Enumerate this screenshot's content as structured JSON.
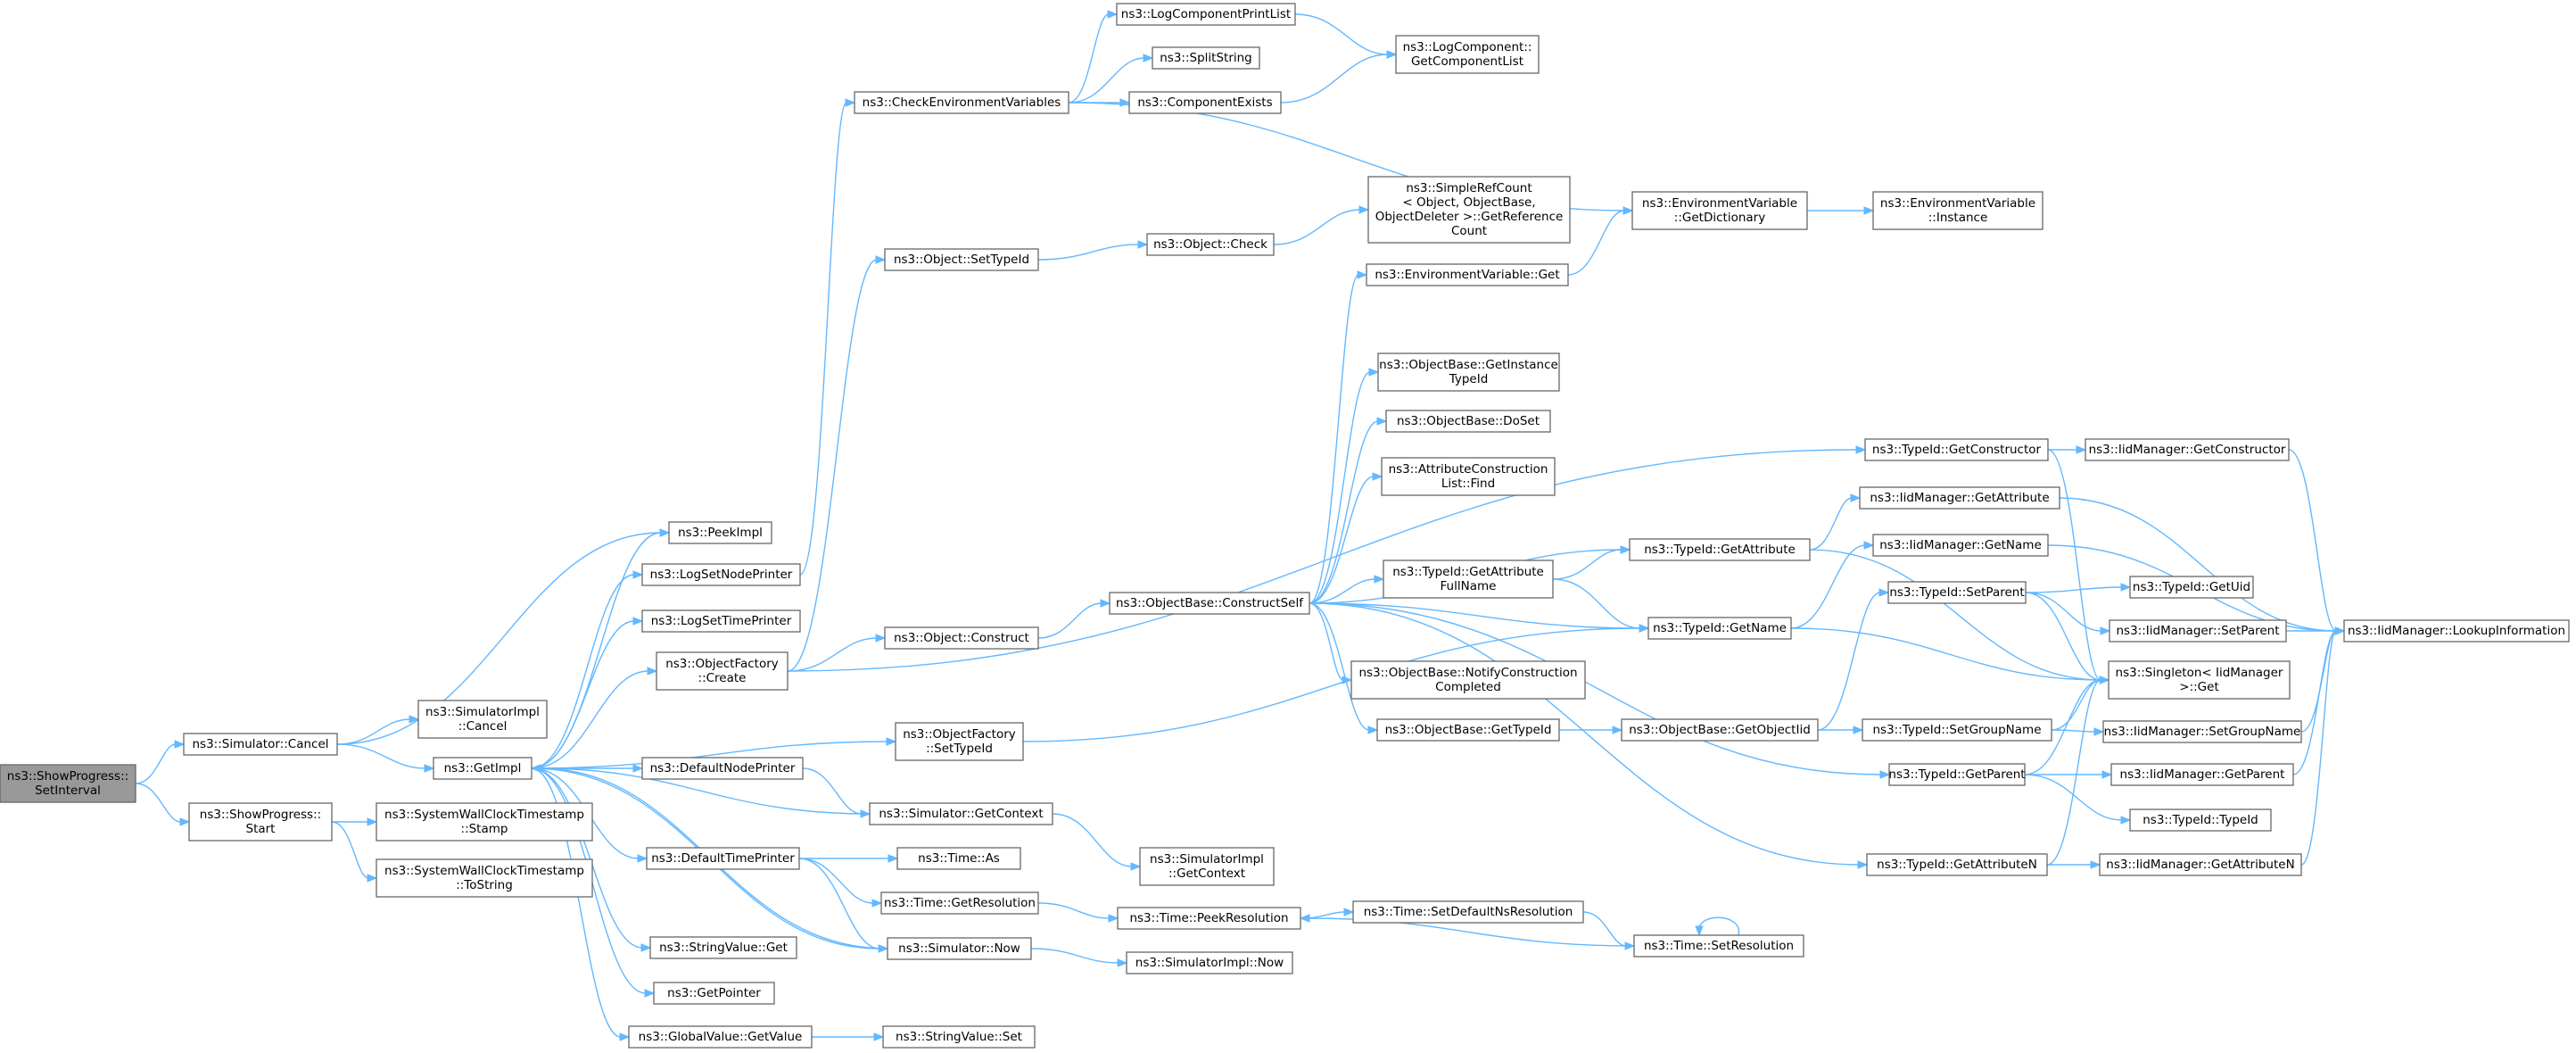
{
  "diagram": {
    "kind": "doxygen-call-graph",
    "colors": {
      "edge": "#63b8ff",
      "node_border": "#666666",
      "root_fill": "#999999",
      "node_fill": "#ffffff",
      "background": "#ffffff"
    },
    "nodes": [
      {
        "id": "root",
        "lines": [
          "ns3::ShowProgress::",
          "SetInterval"
        ],
        "root": true
      },
      {
        "id": "simCancel",
        "lines": [
          "ns3::Simulator::Cancel"
        ]
      },
      {
        "id": "spStart",
        "lines": [
          "ns3::ShowProgress::",
          "Start"
        ]
      },
      {
        "id": "peekImpl",
        "lines": [
          "ns3::PeekImpl"
        ]
      },
      {
        "id": "simImplCancel",
        "lines": [
          "ns3::SimulatorImpl",
          "::Cancel"
        ]
      },
      {
        "id": "getImpl",
        "lines": [
          "ns3::GetImpl"
        ]
      },
      {
        "id": "swcStamp",
        "lines": [
          "ns3::SystemWallClockTimestamp",
          "::Stamp"
        ]
      },
      {
        "id": "swcToString",
        "lines": [
          "ns3::SystemWallClockTimestamp",
          "::ToString"
        ]
      },
      {
        "id": "logSetNode",
        "lines": [
          "ns3::LogSetNodePrinter"
        ]
      },
      {
        "id": "logSetTime",
        "lines": [
          "ns3::LogSetTimePrinter"
        ]
      },
      {
        "id": "ofCreate",
        "lines": [
          "ns3::ObjectFactory",
          "::Create"
        ]
      },
      {
        "id": "defNodePrinter",
        "lines": [
          "ns3::DefaultNodePrinter"
        ]
      },
      {
        "id": "defTimePrinter",
        "lines": [
          "ns3::DefaultTimePrinter"
        ]
      },
      {
        "id": "strValGet",
        "lines": [
          "ns3::StringValue::Get"
        ]
      },
      {
        "id": "getPointer",
        "lines": [
          "ns3::GetPointer"
        ]
      },
      {
        "id": "gvGetValue",
        "lines": [
          "ns3::GlobalValue::GetValue"
        ]
      },
      {
        "id": "checkEnv",
        "lines": [
          "ns3::CheckEnvironmentVariables"
        ]
      },
      {
        "id": "objSetTypeId",
        "lines": [
          "ns3::Object::SetTypeId"
        ]
      },
      {
        "id": "objConstruct",
        "lines": [
          "ns3::Object::Construct"
        ]
      },
      {
        "id": "ofSetTypeId",
        "lines": [
          "ns3::ObjectFactory",
          "::SetTypeId"
        ]
      },
      {
        "id": "simGetContext",
        "lines": [
          "ns3::Simulator::GetContext"
        ]
      },
      {
        "id": "timeAs",
        "lines": [
          "ns3::Time::As"
        ]
      },
      {
        "id": "timeGetRes",
        "lines": [
          "ns3::Time::GetResolution"
        ]
      },
      {
        "id": "simNow",
        "lines": [
          "ns3::Simulator::Now"
        ]
      },
      {
        "id": "strValSet",
        "lines": [
          "ns3::StringValue::Set"
        ]
      },
      {
        "id": "logCompPrint",
        "lines": [
          "ns3::LogComponentPrintList"
        ]
      },
      {
        "id": "splitString",
        "lines": [
          "ns3::SplitString"
        ]
      },
      {
        "id": "compExists",
        "lines": [
          "ns3::ComponentExists"
        ]
      },
      {
        "id": "objCheck",
        "lines": [
          "ns3::Object::Check"
        ]
      },
      {
        "id": "obConstructSelf",
        "lines": [
          "ns3::ObjectBase::ConstructSelf"
        ]
      },
      {
        "id": "simImplGetCtx",
        "lines": [
          "ns3::SimulatorImpl",
          "::GetContext"
        ]
      },
      {
        "id": "timePeekRes",
        "lines": [
          "ns3::Time::PeekResolution"
        ]
      },
      {
        "id": "simImplNow",
        "lines": [
          "ns3::SimulatorImpl::Now"
        ]
      },
      {
        "id": "logCompGetList",
        "lines": [
          "ns3::LogComponent::",
          "GetComponentList"
        ]
      },
      {
        "id": "simpleRefCount",
        "lines": [
          "ns3::SimpleRefCount",
          "< Object, ObjectBase,",
          "ObjectDeleter >::GetReference",
          "Count"
        ]
      },
      {
        "id": "envVarGet",
        "lines": [
          "ns3::EnvironmentVariable::Get"
        ]
      },
      {
        "id": "obGetInstTid",
        "lines": [
          "ns3::ObjectBase::GetInstance",
          "TypeId"
        ]
      },
      {
        "id": "obDoSet",
        "lines": [
          "ns3::ObjectBase::DoSet"
        ]
      },
      {
        "id": "attrConstrFind",
        "lines": [
          "ns3::AttributeConstruction",
          "List::Find"
        ]
      },
      {
        "id": "tidGetAttrFull",
        "lines": [
          "ns3::TypeId::GetAttribute",
          "FullName"
        ]
      },
      {
        "id": "obNotifyConstr",
        "lines": [
          "ns3::ObjectBase::NotifyConstruction",
          "Completed"
        ]
      },
      {
        "id": "obGetTypeId",
        "lines": [
          "ns3::ObjectBase::GetTypeId"
        ]
      },
      {
        "id": "timeSetDefNs",
        "lines": [
          "ns3::Time::SetDefaultNsResolution"
        ]
      },
      {
        "id": "envVarGetDict",
        "lines": [
          "ns3::EnvironmentVariable",
          "::GetDictionary"
        ]
      },
      {
        "id": "tidGetAttr",
        "lines": [
          "ns3::TypeId::GetAttribute"
        ]
      },
      {
        "id": "tidGetName",
        "lines": [
          "ns3::TypeId::GetName"
        ]
      },
      {
        "id": "obGetObjectIid",
        "lines": [
          "ns3::ObjectBase::GetObjectIid"
        ]
      },
      {
        "id": "timeSetRes",
        "lines": [
          "ns3::Time::SetResolution"
        ]
      },
      {
        "id": "envVarInstance",
        "lines": [
          "ns3::EnvironmentVariable",
          "::Instance"
        ]
      },
      {
        "id": "tidGetConstructor",
        "lines": [
          "ns3::TypeId::GetConstructor"
        ]
      },
      {
        "id": "tidSetParent",
        "lines": [
          "ns3::TypeId::SetParent"
        ]
      },
      {
        "id": "tidSetGroupName",
        "lines": [
          "ns3::TypeId::SetGroupName"
        ]
      },
      {
        "id": "tidGetParent",
        "lines": [
          "ns3::TypeId::GetParent"
        ]
      },
      {
        "id": "tidGetAttrN",
        "lines": [
          "ns3::TypeId::GetAttributeN"
        ]
      },
      {
        "id": "iidGetConstructor",
        "lines": [
          "ns3::IidManager::GetConstructor"
        ]
      },
      {
        "id": "iidGetAttr",
        "lines": [
          "ns3::IidManager::GetAttribute"
        ]
      },
      {
        "id": "iidGetName",
        "lines": [
          "ns3::IidManager::GetName"
        ]
      },
      {
        "id": "tidGetUid",
        "lines": [
          "ns3::TypeId::GetUid"
        ]
      },
      {
        "id": "iidSetParent",
        "lines": [
          "ns3::IidManager::SetParent"
        ]
      },
      {
        "id": "singletonGet",
        "lines": [
          "ns3::Singleton< IidManager",
          ">::Get"
        ]
      },
      {
        "id": "iidSetGroupName",
        "lines": [
          "ns3::IidManager::SetGroupName"
        ]
      },
      {
        "id": "iidGetParent",
        "lines": [
          "ns3::IidManager::GetParent"
        ]
      },
      {
        "id": "tidTypeId",
        "lines": [
          "ns3::TypeId::TypeId"
        ]
      },
      {
        "id": "iidGetAttrN",
        "lines": [
          "ns3::IidManager::GetAttributeN"
        ]
      },
      {
        "id": "iidLookup",
        "lines": [
          "ns3::IidManager::LookupInformation"
        ]
      }
    ],
    "edges": [
      [
        "root",
        "simCancel"
      ],
      [
        "root",
        "spStart"
      ],
      [
        "simCancel",
        "peekImpl"
      ],
      [
        "simCancel",
        "simImplCancel"
      ],
      [
        "simCancel",
        "getImpl"
      ],
      [
        "spStart",
        "swcStamp"
      ],
      [
        "spStart",
        "swcToString"
      ],
      [
        "getImpl",
        "peekImpl"
      ],
      [
        "getImpl",
        "logSetNode"
      ],
      [
        "getImpl",
        "logSetTime"
      ],
      [
        "getImpl",
        "ofCreate"
      ],
      [
        "getImpl",
        "defNodePrinter"
      ],
      [
        "getImpl",
        "ofSetTypeId"
      ],
      [
        "getImpl",
        "defTimePrinter"
      ],
      [
        "getImpl",
        "simNow"
      ],
      [
        "getImpl",
        "strValGet"
      ],
      [
        "getImpl",
        "getPointer"
      ],
      [
        "getImpl",
        "gvGetValue"
      ],
      [
        "logSetNode",
        "checkEnv"
      ],
      [
        "ofCreate",
        "objSetTypeId"
      ],
      [
        "ofCreate",
        "objConstruct"
      ],
      [
        "ofCreate",
        "tidGetConstructor"
      ],
      [
        "defNodePrinter",
        "simGetContext"
      ],
      [
        "ofSetTypeId",
        "tidGetName"
      ],
      [
        "simGetContext",
        "getImpl"
      ],
      [
        "simGetContext",
        "simImplGetCtx"
      ],
      [
        "defTimePrinter",
        "timeAs"
      ],
      [
        "defTimePrinter",
        "timeGetRes"
      ],
      [
        "defTimePrinter",
        "simNow"
      ],
      [
        "simNow",
        "getImpl"
      ],
      [
        "simNow",
        "simImplNow"
      ],
      [
        "gvGetValue",
        "strValSet"
      ],
      [
        "checkEnv",
        "logCompPrint"
      ],
      [
        "checkEnv",
        "splitString"
      ],
      [
        "checkEnv",
        "compExists"
      ],
      [
        "checkEnv",
        "envVarGetDict"
      ],
      [
        "logCompPrint",
        "logCompGetList"
      ],
      [
        "compExists",
        "logCompGetList"
      ],
      [
        "objSetTypeId",
        "objCheck"
      ],
      [
        "objCheck",
        "simpleRefCount"
      ],
      [
        "objConstruct",
        "obConstructSelf"
      ],
      [
        "timeGetRes",
        "timePeekRes"
      ],
      [
        "obConstructSelf",
        "envVarGet"
      ],
      [
        "obConstructSelf",
        "obGetInstTid"
      ],
      [
        "obConstructSelf",
        "obDoSet"
      ],
      [
        "obConstructSelf",
        "attrConstrFind"
      ],
      [
        "obConstructSelf",
        "tidGetAttr"
      ],
      [
        "obConstructSelf",
        "tidGetAttrFull"
      ],
      [
        "obConstructSelf",
        "tidGetName"
      ],
      [
        "obConstructSelf",
        "obNotifyConstr"
      ],
      [
        "obConstructSelf",
        "obGetTypeId"
      ],
      [
        "obConstructSelf",
        "tidGetParent"
      ],
      [
        "obConstructSelf",
        "tidGetAttrN"
      ],
      [
        "envVarGet",
        "envVarGetDict"
      ],
      [
        "envVarGetDict",
        "envVarInstance"
      ],
      [
        "tidGetAttrFull",
        "tidGetAttr"
      ],
      [
        "tidGetAttrFull",
        "tidGetName"
      ],
      [
        "obGetTypeId",
        "obGetObjectIid"
      ],
      [
        "obGetObjectIid",
        "tidSetParent"
      ],
      [
        "obGetObjectIid",
        "tidSetGroupName"
      ],
      [
        "timePeekRes",
        "timeSetDefNs"
      ],
      [
        "timeSetDefNs",
        "timeSetRes"
      ],
      [
        "timeSetRes",
        "timePeekRes"
      ],
      [
        "timeSetRes",
        "timeSetRes"
      ],
      [
        "tidGetConstructor",
        "iidGetConstructor"
      ],
      [
        "tidGetConstructor",
        "singletonGet"
      ],
      [
        "tidGetAttr",
        "iidGetAttr"
      ],
      [
        "tidGetAttr",
        "singletonGet"
      ],
      [
        "tidGetName",
        "iidGetName"
      ],
      [
        "tidGetName",
        "singletonGet"
      ],
      [
        "tidSetParent",
        "tidGetUid"
      ],
      [
        "tidSetParent",
        "iidSetParent"
      ],
      [
        "tidSetParent",
        "singletonGet"
      ],
      [
        "tidSetGroupName",
        "iidSetGroupName"
      ],
      [
        "tidSetGroupName",
        "singletonGet"
      ],
      [
        "tidGetParent",
        "iidGetParent"
      ],
      [
        "tidGetParent",
        "singletonGet"
      ],
      [
        "tidGetParent",
        "tidTypeId"
      ],
      [
        "tidGetAttrN",
        "iidGetAttrN"
      ],
      [
        "tidGetAttrN",
        "singletonGet"
      ],
      [
        "iidGetConstructor",
        "iidLookup"
      ],
      [
        "iidGetAttr",
        "iidLookup"
      ],
      [
        "iidGetName",
        "iidLookup"
      ],
      [
        "iidSetParent",
        "iidLookup"
      ],
      [
        "iidSetGroupName",
        "iidLookup"
      ],
      [
        "iidGetParent",
        "iidLookup"
      ],
      [
        "iidGetAttrN",
        "iidLookup"
      ]
    ]
  }
}
